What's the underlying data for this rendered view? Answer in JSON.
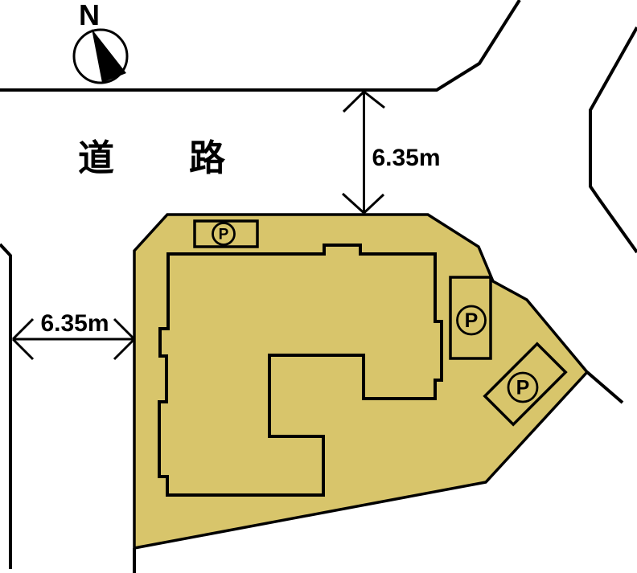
{
  "diagram": {
    "north_label": "N",
    "road_label": "道路",
    "dimension_top": "6.35m",
    "dimension_left": "6.35m",
    "parking_label": "P",
    "colors": {
      "lot_fill": "#d8c56b",
      "line": "#000000",
      "background": "#ffffff"
    }
  }
}
